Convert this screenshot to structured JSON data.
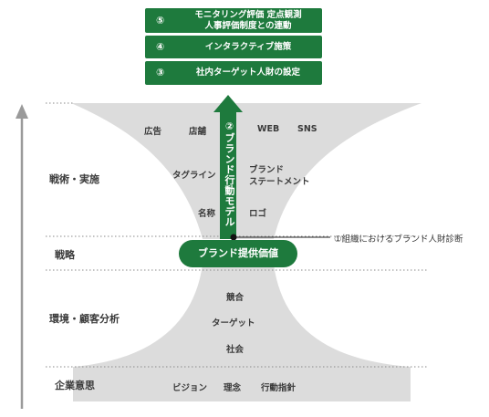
{
  "top_steps": [
    {
      "num": "⑤",
      "lines": [
        "モニタリング評価 定点観測",
        "人事評価制度との連動"
      ]
    },
    {
      "num": "④",
      "lines": [
        "インタラクティブ施策"
      ]
    },
    {
      "num": "③",
      "lines": [
        "社内ターゲット人財の設定"
      ]
    }
  ],
  "levels": {
    "strategy_execution": "戦術・実施",
    "strategy": "戦略",
    "environment": "環境・顧客分析",
    "corporate_will": "企業意思"
  },
  "upper_items": {
    "row1": [
      "広告",
      "店舗",
      "WEB",
      "SNS"
    ],
    "row2_left": "タグライン",
    "row2_right_line1": "ブランド",
    "row2_right_line2": "ステートメント",
    "row3_left": "名称",
    "row3_right": "ロゴ"
  },
  "arrow_label": "②ブランド行動モデル",
  "core": "ブランド提供価値",
  "diagnosis": "①組織におけるブランド人財診断",
  "lower_items": [
    "競合",
    "ターゲット",
    "社会"
  ],
  "bottom_items": [
    "ビジョン",
    "理念",
    "行動指針"
  ],
  "colors": {
    "green": "#1e7a3d",
    "funnel": "#dcdcdc",
    "funnel_mid": "#c9c9c9",
    "axis": "#9a9a9a"
  }
}
